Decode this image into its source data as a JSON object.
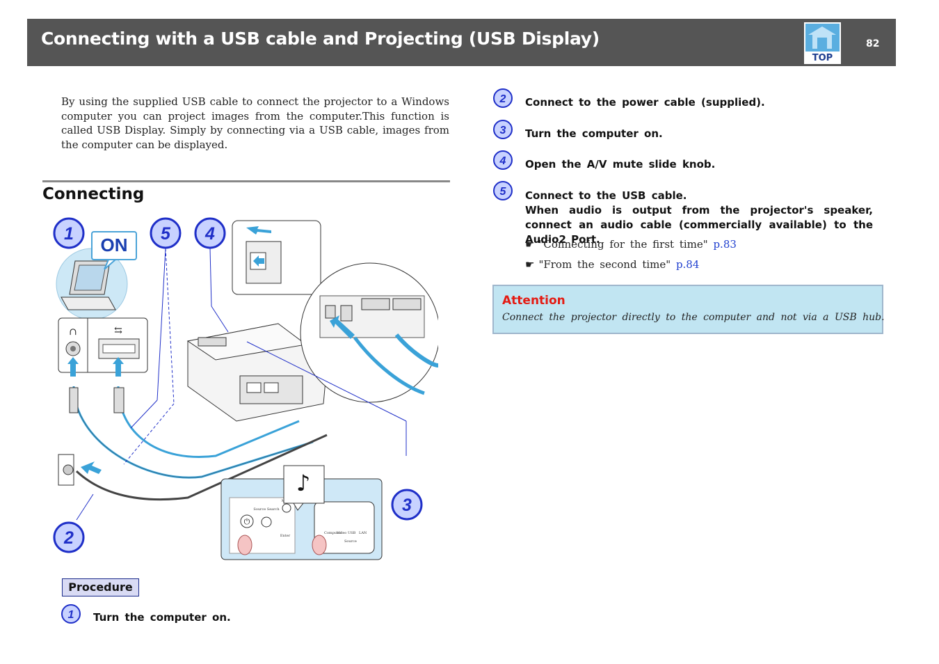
{
  "header": {
    "title": "Connecting with a USB cable and Projecting (USB Display)",
    "page_number": "82",
    "top_label": "TOP"
  },
  "intro": "By using the supplied USB cable to connect the projector to a Windows computer you can project images from the computer.This function is called USB Display. Simply by connecting via a USB cable, images from the computer can be displayed.",
  "section_title": "Connecting",
  "diagram": {
    "callouts": [
      "1",
      "5",
      "4",
      "3",
      "2"
    ],
    "on_label": "ON",
    "remote_labels": [
      "Source Search",
      "Menu",
      "Enter",
      "Computer",
      "Video",
      "USB",
      "LAN",
      "Source"
    ]
  },
  "procedure_label": "Procedure",
  "steps": [
    {
      "num": "1",
      "text": "Turn the computer on."
    },
    {
      "num": "2",
      "text": "Connect to the power cable (supplied)."
    },
    {
      "num": "3",
      "text": "Turn the computer on."
    },
    {
      "num": "4",
      "text": "Open the A/V mute slide knob."
    },
    {
      "num": "5",
      "text": "Connect to the USB cable.",
      "detail": "When audio is output from the projector's speaker, connect an audio cable (commercially available) to the Audio2 Port."
    }
  ],
  "references": [
    {
      "text": "\"Connecting for the first time\"",
      "link": "p.83"
    },
    {
      "text": "\"From the second time\"",
      "link": "p.84"
    }
  ],
  "attention": {
    "title": "Attention",
    "text": "Connect the projector directly to the computer and not via a USB hub."
  },
  "colors": {
    "header_bg": "#555555",
    "badge_blue": "#1f2fc8",
    "link_blue": "#1f3fcf",
    "attention_bg": "#c1e5f2",
    "attention_title": "#e41b13",
    "procedure_bg": "#d9dbf4"
  }
}
